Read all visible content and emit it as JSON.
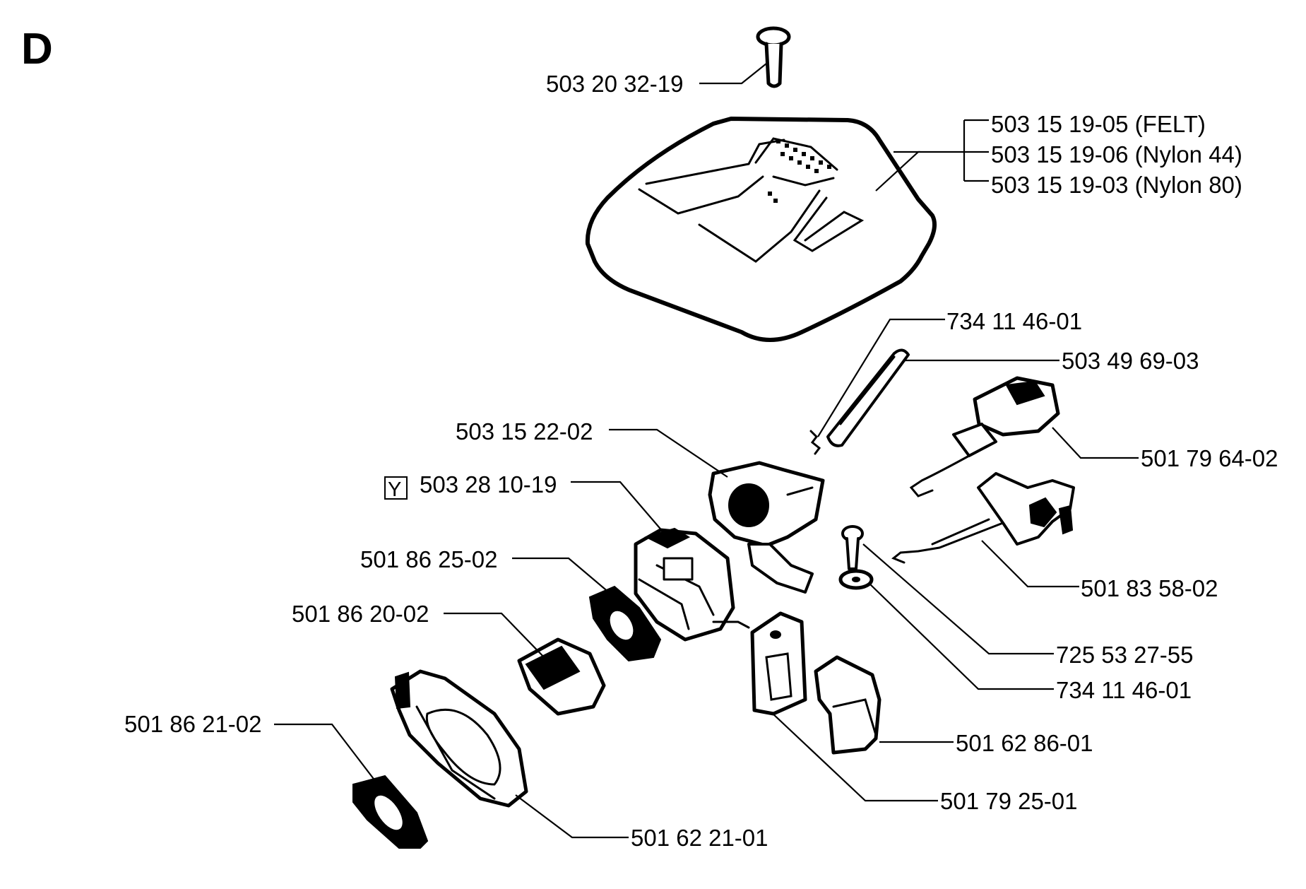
{
  "section_letter": "D",
  "colors": {
    "ink": "#000000",
    "paper": "#ffffff"
  },
  "parts": {
    "screw_top": "503 20 32-19",
    "filter_felt": "503 15 19-05 (FELT)",
    "filter_nylon44": "503 15 19-06 (Nylon 44)",
    "filter_nylon80": "503 15 19-03 (Nylon 80)",
    "pin_a": "734 11 46-01",
    "rod": "503 49 69-03",
    "bracket_intake": "503 15 22-02",
    "carburetor_marker": "Y",
    "carburetor": "503 28 10-19",
    "choke": "501 79 64-02",
    "gasket_a": "501 86 25-02",
    "throttle_link": "501 83 58-02",
    "spacer": "501 86 20-02",
    "bolt": "725 53 27-55",
    "washer": "734 11 46-01",
    "gasket_b": "501 86 21-02",
    "guide_plate": "501 62 86-01",
    "gasket_c": "501 79 25-01",
    "housing": "501 62 21-01"
  }
}
